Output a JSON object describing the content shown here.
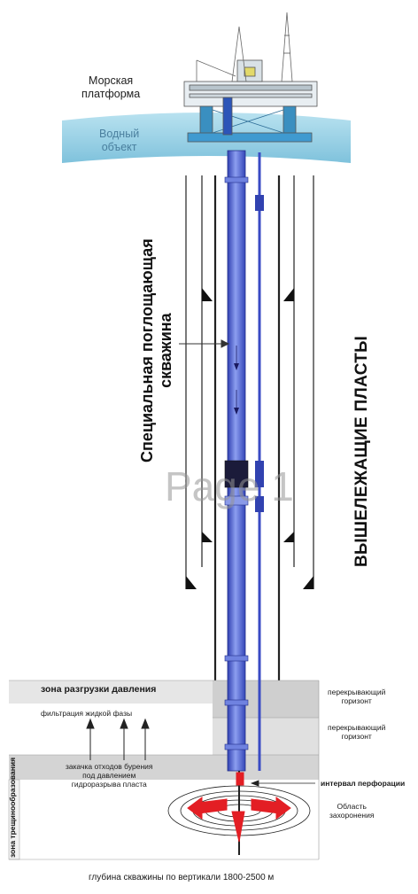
{
  "labels": {
    "platform": "Морская\nплатформа",
    "water": "Водный\nобъект",
    "well_title": "Специальная поглощающая\nскважина",
    "overlying_strata": "ВЫШЕЛЕЖАЩИЕ ПЛАСТЫ",
    "watermark": "Page 1",
    "pressure_relief_zone": "зона разгрузки давления",
    "liquid_filtration": "фильтрация жидкой фазы",
    "injection": "закачка отходов бурения\nпод давлением\nгидроразрыва пласта",
    "fracture_zone": "зона трещинообразования",
    "overlapping_horizon_1": "перекрывающий\nгоризонт",
    "overlapping_horizon_2": "перекрывающий\nгоризонт",
    "perforation_interval": "интервал перфорации",
    "burial_area": "Область\nзахоронения",
    "depth_note": "глубина скважины по вертикали 1800-2500 м"
  },
  "colors": {
    "pipe_blue": "#5b6fd6",
    "water": "#9fd3e6",
    "stratum_gray": "#d9d9d9",
    "injection_red": "#e31e24"
  }
}
